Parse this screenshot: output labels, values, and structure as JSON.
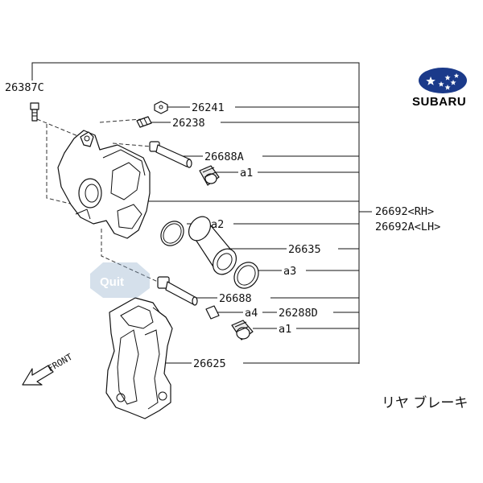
{
  "brand": {
    "name": "SUBARU",
    "colors": {
      "oval": "#1b3a8a",
      "stars": "#ffffff"
    }
  },
  "title_jp": "リヤ ブレーキ",
  "front_label": "FRONT",
  "watermark": "Quit",
  "labels": {
    "p26387C": "26387C",
    "p26241": "26241",
    "p26238": "26238",
    "p26688A": "26688A",
    "a1_top": "a1",
    "p26692RH": "26692<RH>",
    "p26692ALH": "26692A<LH>",
    "a2": "a2",
    "p26635": "26635",
    "a3": "a3",
    "p26688": "26688",
    "a4": "a4",
    "p26288D": "26288D",
    "a1_bottom": "a1",
    "p26625": "26625"
  }
}
